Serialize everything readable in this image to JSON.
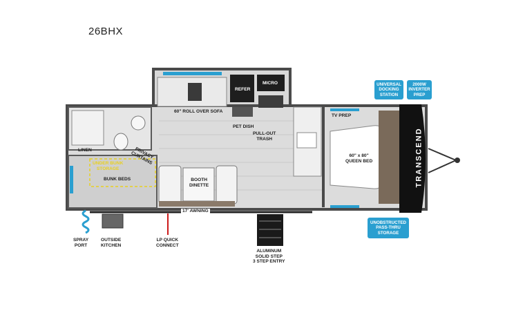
{
  "model": "26BHX",
  "rooms": {
    "sofa": "60\" ROLL OVER SOFA",
    "refer": "REFER",
    "micro": "MICRO",
    "pet_dish": "PET DISH",
    "trash": "PULL-OUT\nTRASH",
    "tv_prep": "TV PREP",
    "queen_bed": "60\" x 80\"\nQUEEN BED",
    "linen": "LINEN",
    "privacy": "PRIVACY\nCURTAINS",
    "under_bunk": "UNDER BUNK\nSTORAGE",
    "bunk_beds": "BUNK BEDS",
    "dinette": "BOOTH\nDINETTE",
    "awning": "17' AWNING"
  },
  "exterior": {
    "spray_port": "SPRAY\nPORT",
    "outside_kitchen": "OUTSIDE\nKITCHEN",
    "lp_quick_connect": "LP QUICK\nCONNECT",
    "step": "ALUMINUM\nSOLID STEP\n3 STEP ENTRY"
  },
  "callouts": {
    "docking": "UNIVERSAL\nDOCKING\nSTATION",
    "inverter": "2000W\nINVERTER\nPREP",
    "storage": "UNOBSTRUCTED\nPASS-THRU\nSTORAGE"
  },
  "brand": "TRANSCEND",
  "colors": {
    "floor": "#d9d9d9",
    "wall": "#4a4a4a",
    "accent": "#2a9fd0",
    "bunk_highlight": "#e8d020",
    "lp_line": "#cc1a1a"
  }
}
